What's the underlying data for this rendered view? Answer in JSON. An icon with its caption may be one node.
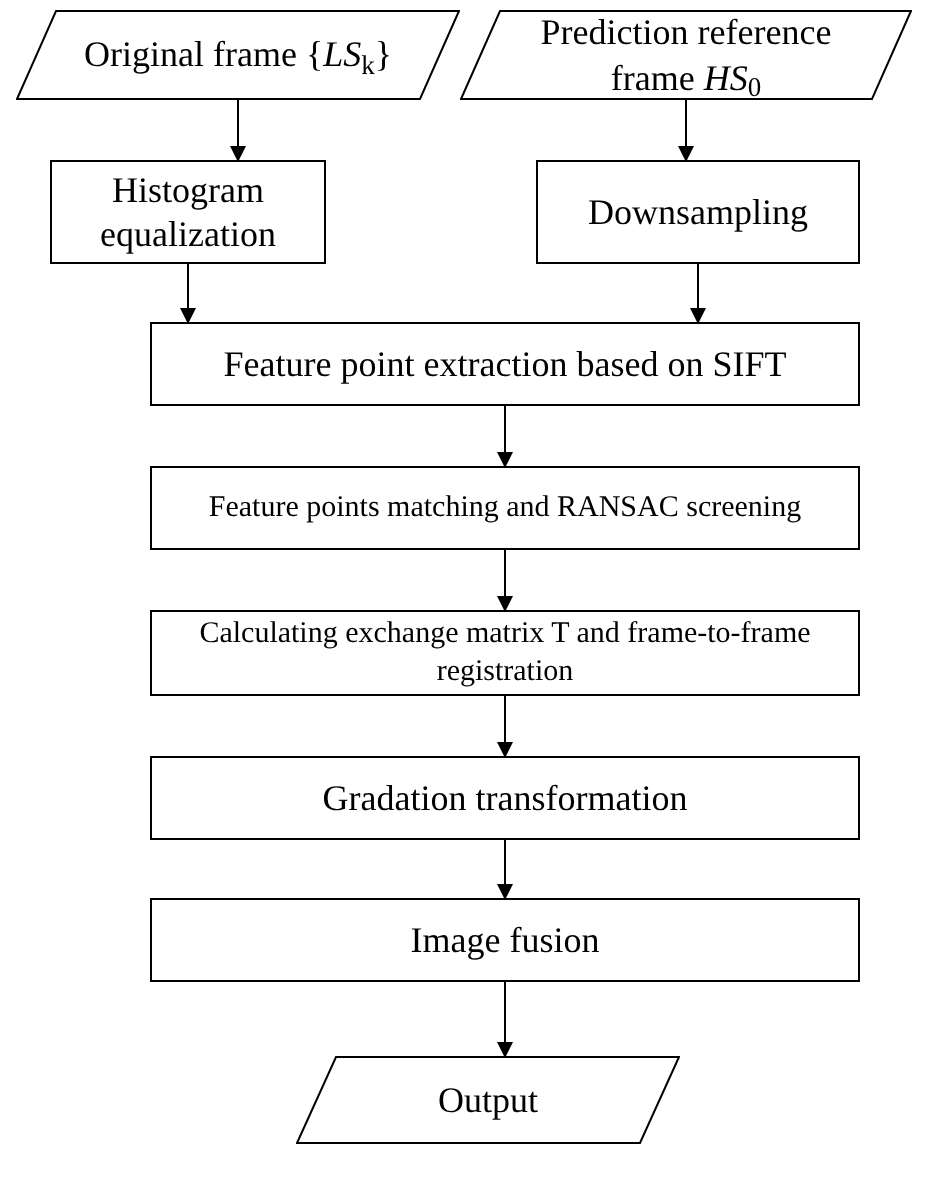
{
  "diagram": {
    "nodes": [
      {
        "text": [
          "Original frame {*LS*$_{k}$}"
        ]
      },
      {
        "text": [
          "Prediction reference frame *HS*$_{0}$"
        ]
      },
      {
        "text": [
          "Histogram equalization"
        ]
      },
      {
        "text": [
          "Downsampling"
        ]
      },
      {
        "text": [
          "Feature point extraction based on SIFT"
        ]
      },
      {
        "text": [
          "Feature points matching and RANSAC screening"
        ]
      },
      {
        "text": [
          "Calculating exchange matrix T and frame-to-frame registration"
        ]
      },
      {
        "text": [
          "Gradation transformation"
        ]
      },
      {
        "text": [
          "Image fusion"
        ]
      },
      {
        "text": [
          "Output"
        ]
      }
    ],
    "edges": [
      {
        "from": 0,
        "to": 2,
        "arrow": "to"
      },
      {
        "from": 1,
        "to": 3,
        "arrow": "to"
      },
      {
        "from": 2,
        "to": 4,
        "arrow": "to"
      },
      {
        "from": 3,
        "to": 4,
        "arrow": "to"
      },
      {
        "from": 4,
        "to": 5,
        "arrow": "to"
      },
      {
        "from": 5,
        "to": 6,
        "arrow": "to"
      },
      {
        "from": 6,
        "to": 7,
        "arrow": "to"
      },
      {
        "from": 7,
        "to": 8,
        "arrow": "to"
      },
      {
        "from": 8,
        "to": 9,
        "arrow": "to"
      }
    ]
  }
}
